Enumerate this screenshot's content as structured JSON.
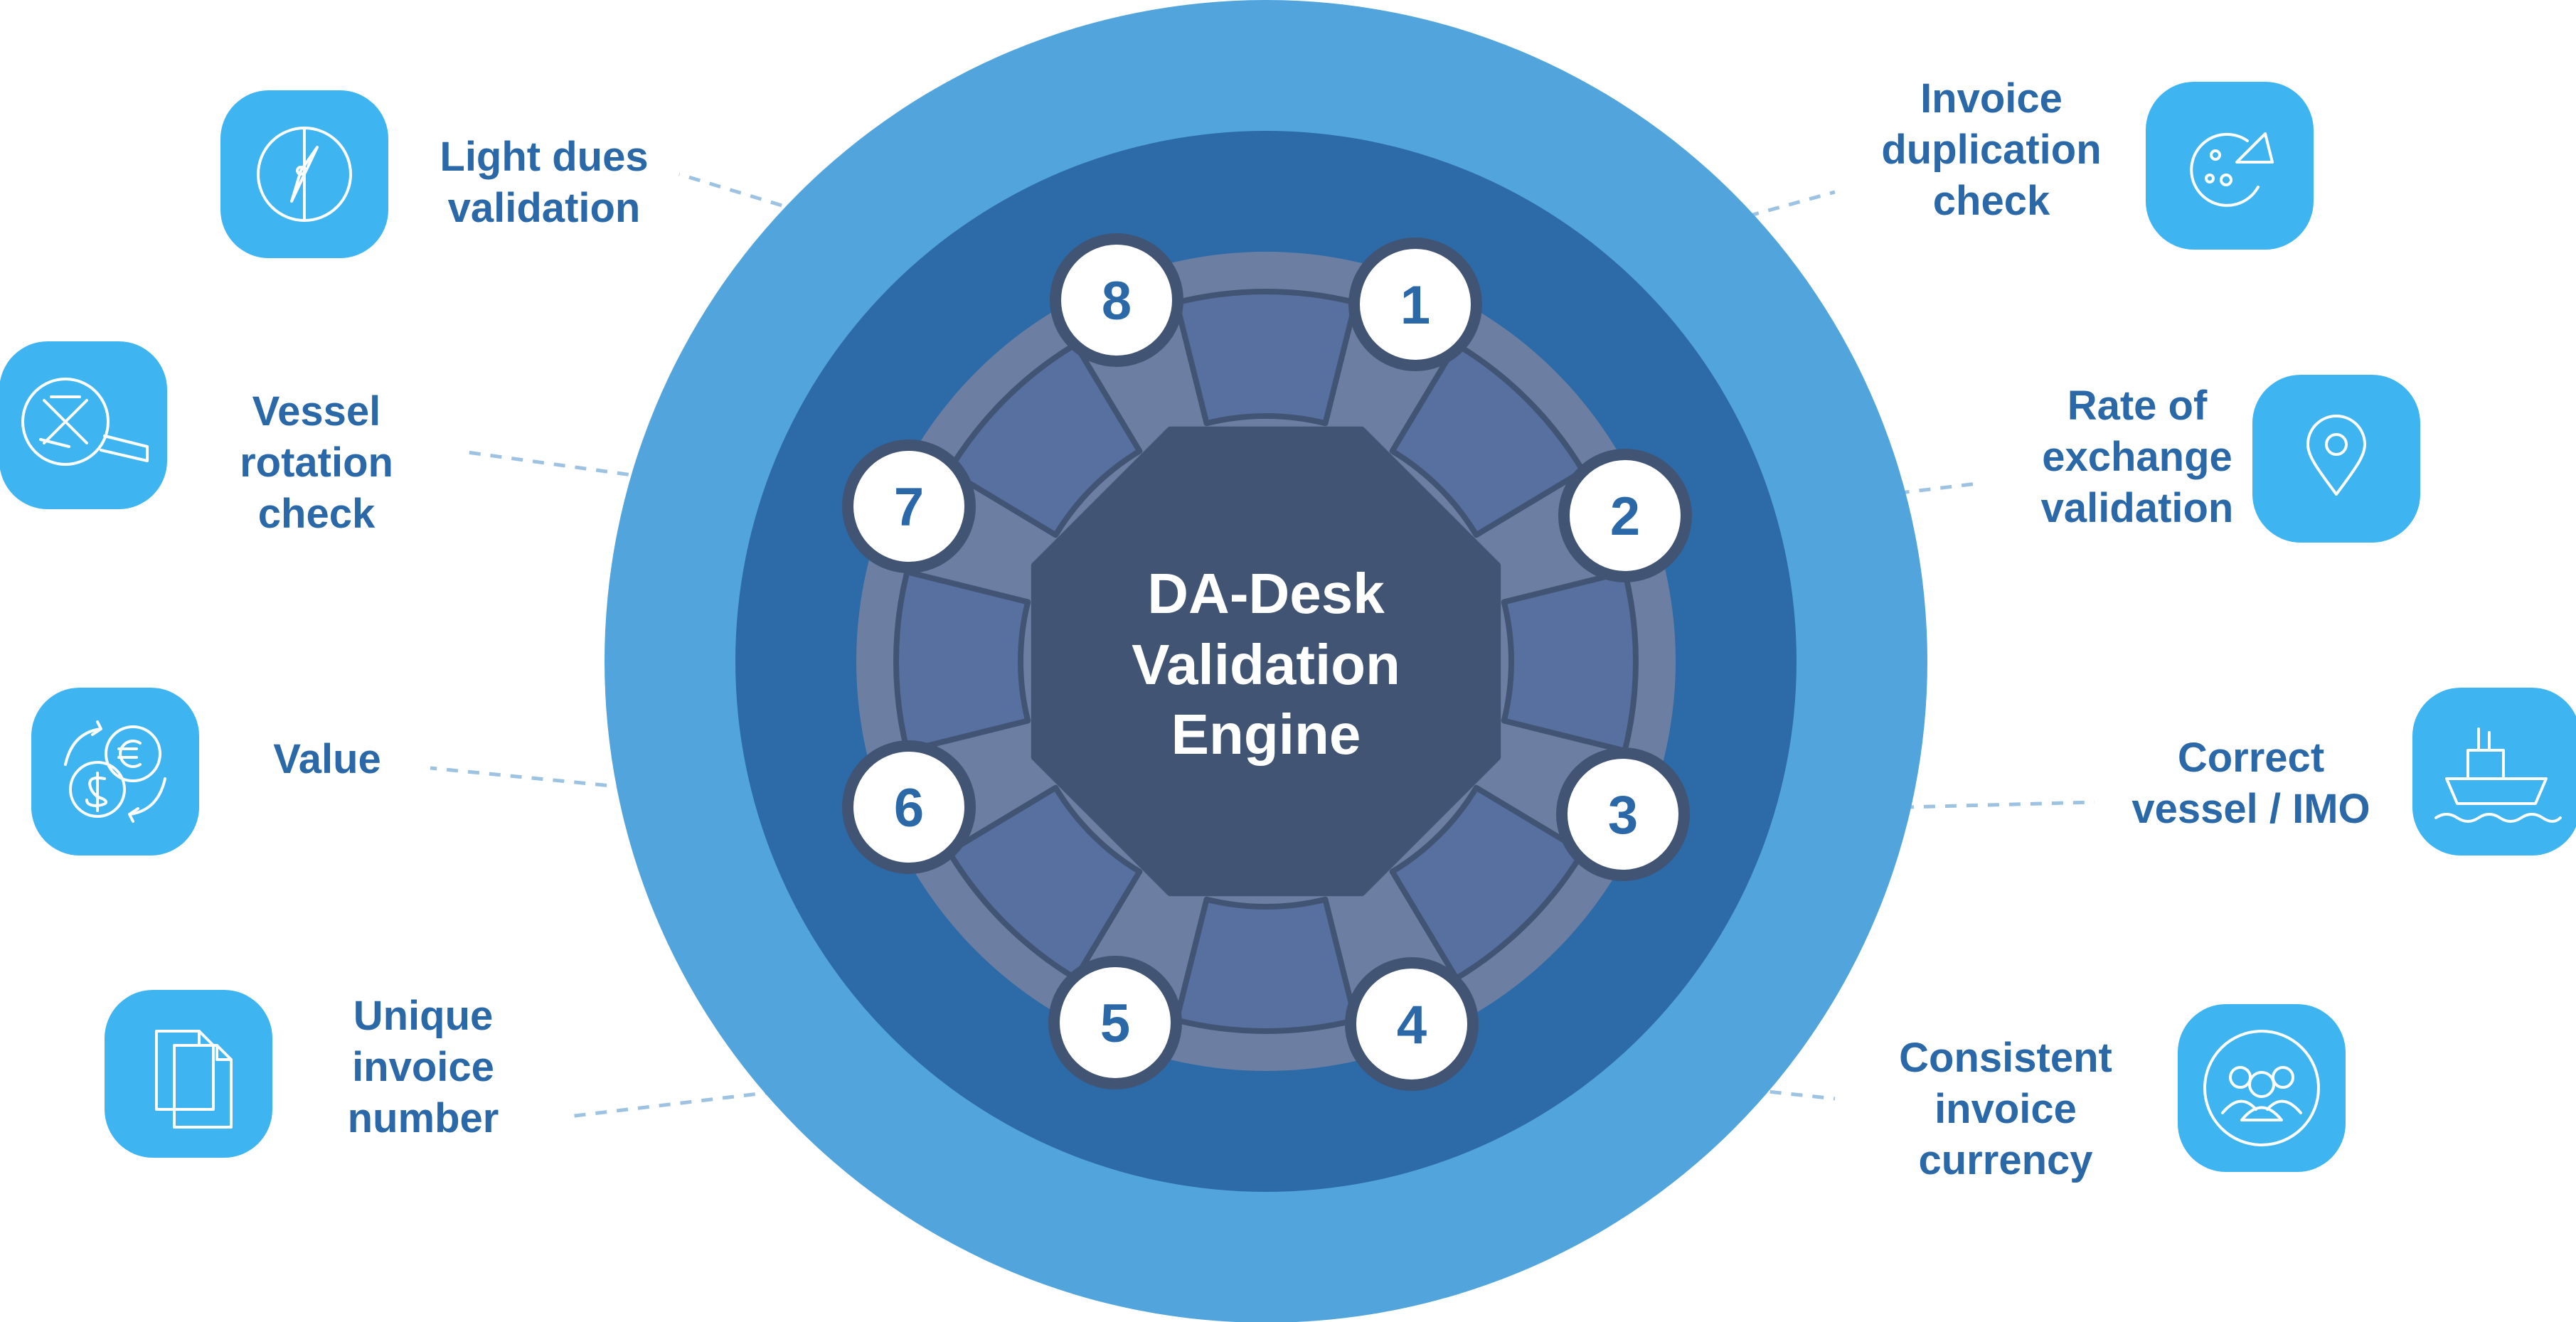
{
  "title_lines": [
    "DA-Desk",
    "Validation",
    "Engine"
  ],
  "colors": {
    "outer_ring": "#52a5dc",
    "middle_ring": "#2c6aa8",
    "inner_disc": "#6c7fa2",
    "segment": "#5870a0",
    "center": "#415473",
    "badge_border": "#415473",
    "label_text": "#2b68a8",
    "icon_tile": "#3eb4f0",
    "connector": "#9ec3e2"
  },
  "steps": [
    {
      "number": "1",
      "label": [
        "Invoice",
        "duplication",
        "check"
      ],
      "icon": "pizza-chart-icon"
    },
    {
      "number": "2",
      "label": [
        "Rate of",
        "exchange",
        "validation"
      ],
      "icon": "map-pin-icon"
    },
    {
      "number": "3",
      "label": [
        "Correct",
        "vessel / IMO"
      ],
      "icon": "ship-icon"
    },
    {
      "number": "4",
      "label": [
        "Consistent",
        "invoice",
        "currency"
      ],
      "icon": "group-icon"
    },
    {
      "number": "5",
      "label": [
        "Unique",
        "invoice",
        "number"
      ],
      "icon": "documents-icon"
    },
    {
      "number": "6",
      "label": [
        "Value"
      ],
      "icon": "currency-exchange-icon"
    },
    {
      "number": "7",
      "label": [
        "Vessel",
        "rotation",
        "check"
      ],
      "icon": "magnifier-x-icon"
    },
    {
      "number": "8",
      "label": [
        "Light dues",
        "validation"
      ],
      "icon": "compass-icon"
    }
  ]
}
